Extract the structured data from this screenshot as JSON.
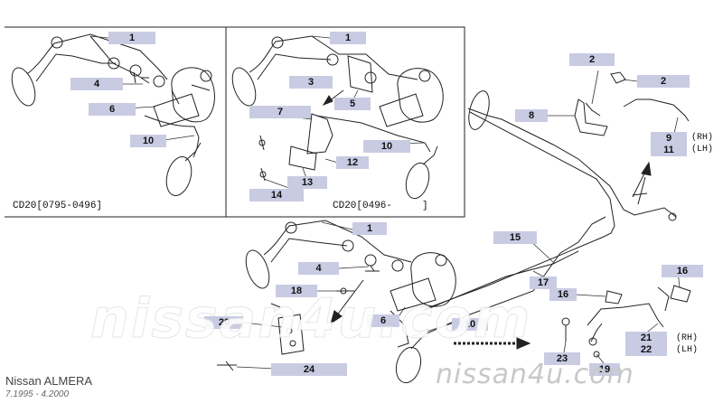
{
  "variants": {
    "left": "CD20[0795-0496]",
    "middle": "CD20[0496-     ]"
  },
  "callouts": {
    "a1": "1",
    "a4": "4",
    "a6": "6",
    "a10": "10",
    "b1": "1",
    "b3": "3",
    "b5": "5",
    "b7": "7",
    "b10": "10",
    "b12": "12",
    "b13": "13",
    "b14": "14",
    "r2a": "2",
    "r2b": "2",
    "r8": "8",
    "r9": "9",
    "r11": "11",
    "c1": "1",
    "c4": "4",
    "c6": "6",
    "c10": "10",
    "c15": "15",
    "c16a": "16",
    "c16b": "16",
    "c17": "17",
    "c18": "18",
    "c19": "19",
    "c20": "20",
    "c21": "21",
    "c22": "22",
    "c23": "23",
    "c24": "24"
  },
  "side_labels": {
    "rh": "(RH)",
    "lh": "(LH)"
  },
  "watermark": "nissan4u.com",
  "site_mark": "nissan4u.com",
  "brand": "Nissan ALMERA",
  "years": "7.1995 - 4.2000",
  "colors": {
    "label_bg": "#c9cbe3",
    "line": "#222222"
  }
}
